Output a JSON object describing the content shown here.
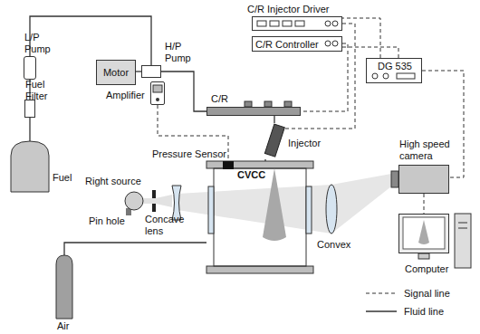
{
  "diagram": {
    "nodes": [
      {
        "text": [
          "L/P Pump"
        ]
      },
      {
        "text": [
          "Fuel Filter"
        ]
      },
      {
        "text": [
          "Fuel"
        ]
      },
      {
        "text": [
          "Motor"
        ]
      },
      {
        "text": [
          "H/P Pump"
        ]
      },
      {
        "text": [
          "C/R Injector Driver"
        ]
      },
      {
        "text": [
          "C/R Controller"
        ]
      },
      {
        "text": [
          "DG 535"
        ]
      },
      {
        "text": [
          "Amplifier"
        ]
      },
      {
        "text": [
          "C/R"
        ]
      },
      {
        "text": [
          "Injector"
        ]
      },
      {
        "text": [
          "Pressure Sensor"
        ]
      },
      {
        "text": [
          "CVCC"
        ]
      },
      {
        "text": [
          "High speed camera"
        ]
      },
      {
        "text": [
          "Right source"
        ]
      },
      {
        "text": [
          "Pin hole"
        ]
      },
      {
        "text": [
          "Concave lens"
        ]
      },
      {
        "text": [
          "Convex"
        ]
      },
      {
        "text": [
          "Computer"
        ]
      },
      {
        "text": [
          "Air"
        ]
      }
    ],
    "edges": [
      {
        "from": 2,
        "to": 1,
        "arrow": "none"
      },
      {
        "from": 1,
        "to": 0,
        "arrow": "none"
      },
      {
        "from": 0,
        "to": 4,
        "arrow": "none"
      },
      {
        "from": 3,
        "to": 4,
        "arrow": "none"
      },
      {
        "from": 4,
        "to": 9,
        "arrow": "none"
      },
      {
        "from": 9,
        "to": 10,
        "arrow": "none"
      },
      {
        "from": 10,
        "to": 12,
        "arrow": "none"
      },
      {
        "from": 19,
        "to": 12,
        "arrow": "none"
      },
      {
        "from": 5,
        "to": 10,
        "arrow": "none"
      },
      {
        "from": 6,
        "to": 9,
        "arrow": "none"
      },
      {
        "from": 7,
        "to": 5,
        "arrow": "none"
      },
      {
        "from": 7,
        "to": 6,
        "arrow": "none"
      },
      {
        "from": 7,
        "to": 13,
        "arrow": "none"
      },
      {
        "from": 13,
        "to": 18,
        "arrow": "none"
      },
      {
        "from": 8,
        "to": 11,
        "arrow": "none"
      }
    ],
    "legend": [
      {
        "text": "Signal line"
      },
      {
        "text": "Fluid line"
      }
    ]
  }
}
